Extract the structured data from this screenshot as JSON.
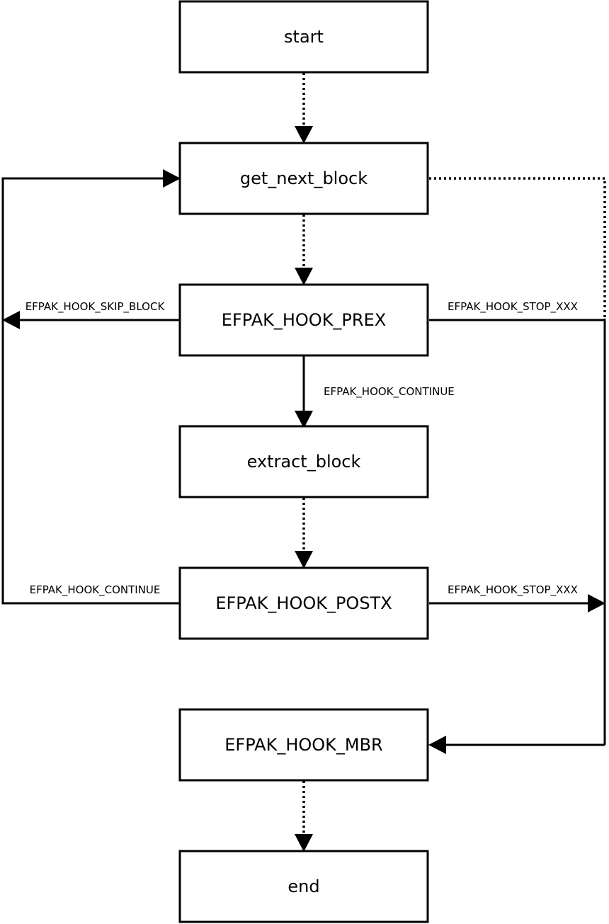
{
  "nodes": {
    "start": "start",
    "get_next_block": "get_next_block",
    "hook_prex": "EFPAK_HOOK_PREX",
    "extract_block": "extract_block",
    "hook_postx": "EFPAK_HOOK_POSTX",
    "hook_mbr": "EFPAK_HOOK_MBR",
    "end": "end"
  },
  "edges": {
    "prex_skip": "EFPAK_HOOK_SKIP_BLOCK",
    "prex_stop": "EFPAK_HOOK_STOP_XXX",
    "prex_continue": "EFPAK_HOOK_CONTINUE",
    "postx_continue": "EFPAK_HOOK_CONTINUE",
    "postx_stop": "EFPAK_HOOK_STOP_XXX"
  },
  "colors": {
    "stroke": "#000000",
    "background": "#ffffff"
  }
}
